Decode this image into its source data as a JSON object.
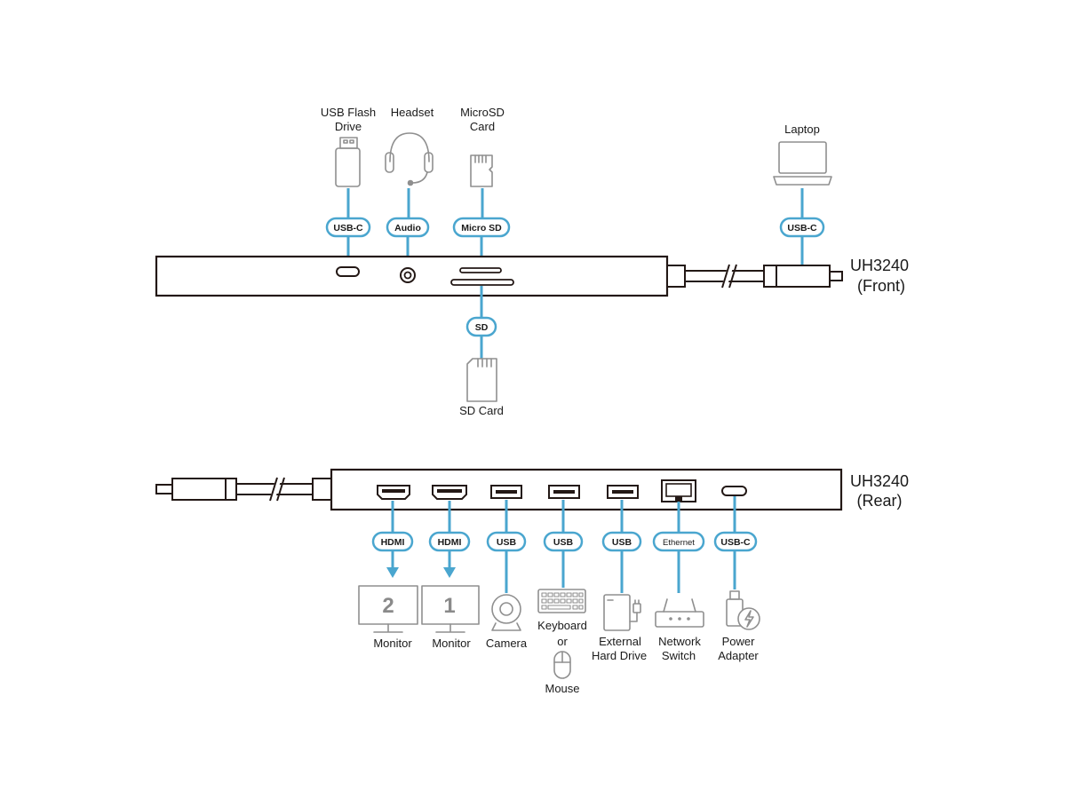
{
  "front": {
    "model": "UH3240",
    "view": "(Front)",
    "ports": [
      {
        "label": "USB-C",
        "device": "USB Flash",
        "device2": "Drive",
        "icon": "usb-flash-drive-icon"
      },
      {
        "label": "Audio",
        "device": "Headset",
        "device2": "",
        "icon": "headset-icon"
      },
      {
        "label": "Micro SD",
        "device": "MicroSD",
        "device2": "Card",
        "icon": "microsd-card-icon"
      },
      {
        "label": "SD",
        "device": "SD Card",
        "device2": "",
        "icon": "sd-card-icon"
      },
      {
        "label": "USB-C",
        "device": "Laptop",
        "device2": "",
        "icon": "laptop-icon"
      }
    ]
  },
  "rear": {
    "model": "UH3240",
    "view": "(Rear)",
    "ports": [
      {
        "label": "HDMI",
        "device": "Monitor",
        "number": "2",
        "icon": "monitor-icon"
      },
      {
        "label": "HDMI",
        "device": "Monitor",
        "number": "1",
        "icon": "monitor-icon"
      },
      {
        "label": "USB",
        "device": "Camera",
        "icon": "camera-icon"
      },
      {
        "label": "USB",
        "device": "Keyboard",
        "device2": "or",
        "device3": "Mouse",
        "icon": "keyboard-icon"
      },
      {
        "label": "USB",
        "device": "External",
        "device2": "Hard Drive",
        "icon": "hard-drive-icon"
      },
      {
        "label": "Ethernet",
        "device": "Network",
        "device2": "Switch",
        "icon": "network-switch-icon"
      },
      {
        "label": "USB-C",
        "device": "Power",
        "device2": "Adapter",
        "icon": "power-adapter-icon"
      }
    ]
  },
  "colors": {
    "accent": "#4aa6cf",
    "outline": "#231815",
    "icon": "#8f8f8f"
  }
}
